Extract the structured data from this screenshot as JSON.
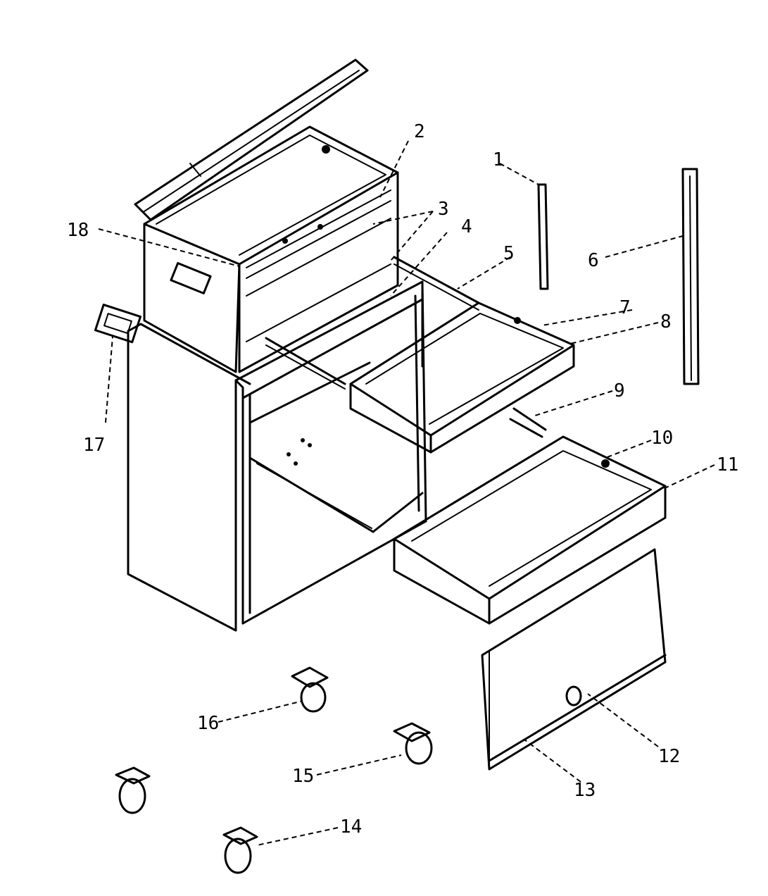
{
  "diagram": {
    "callouts": [
      {
        "id": "c1",
        "text": "1"
      },
      {
        "id": "c2",
        "text": "2"
      },
      {
        "id": "c3",
        "text": "3"
      },
      {
        "id": "c4",
        "text": "4"
      },
      {
        "id": "c5",
        "text": "5"
      },
      {
        "id": "c6",
        "text": "6"
      },
      {
        "id": "c7",
        "text": "7"
      },
      {
        "id": "c8",
        "text": "8"
      },
      {
        "id": "c9",
        "text": "9"
      },
      {
        "id": "c10",
        "text": "10"
      },
      {
        "id": "c11",
        "text": "11"
      },
      {
        "id": "c12",
        "text": "12"
      },
      {
        "id": "c13",
        "text": "13"
      },
      {
        "id": "c14",
        "text": "14"
      },
      {
        "id": "c15",
        "text": "15"
      },
      {
        "id": "c16",
        "text": "16"
      },
      {
        "id": "c17",
        "text": "17"
      },
      {
        "id": "c18",
        "text": "18"
      }
    ]
  }
}
